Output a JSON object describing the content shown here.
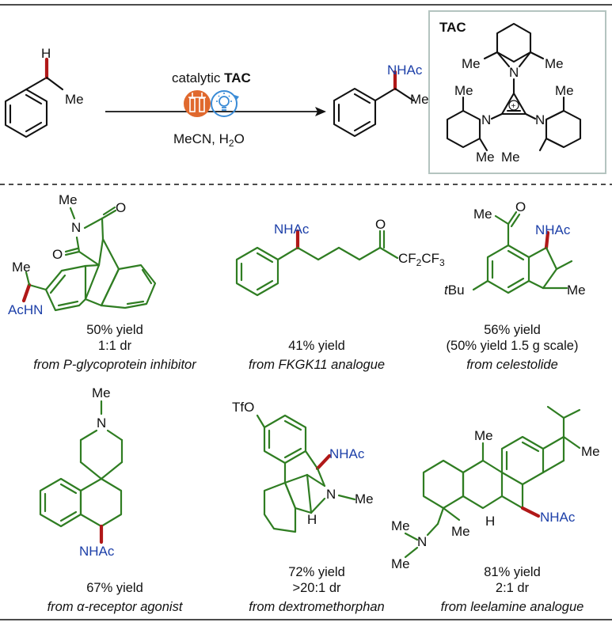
{
  "colors": {
    "scaffold": "#2f7d22",
    "heteroatom": "#1c3fa8",
    "new_bond": "#b01818",
    "box_border": "#b4c4c0",
    "photo_icon": "#e0692e",
    "electro_icon": "#3a8bd6"
  },
  "icons": [
    "electrochemistry-icon",
    "light-bulb-icon"
  ],
  "scheme": {
    "starting_material": {
      "h": "H",
      "me": "Me"
    },
    "conditions": {
      "catalytic": "catalytic ",
      "tac": "TAC",
      "solvent_a": "MeCN, H",
      "sub": "2",
      "solvent_b": "O"
    },
    "product": {
      "nhac": "NHAc",
      "me": "Me"
    },
    "catalyst": {
      "title": "TAC",
      "me1": "Me",
      "me2": "Me",
      "me3": "Me",
      "me4": "Me",
      "me5": "Me",
      "me6": "Me",
      "n1": "N",
      "n2": "N",
      "n3": "N",
      "plus": "+"
    }
  },
  "products": [
    {
      "caption": [
        "50% yield",
        "1:1 dr"
      ],
      "source": "from P-glycoprotein inhibitor",
      "labels": {
        "me_top": "Me",
        "n": "N",
        "o1": "O",
        "o2": "O",
        "me_side": "Me",
        "nhac": "AcHN"
      }
    },
    {
      "caption": [
        "41% yield"
      ],
      "source": "from FKGK11 analogue",
      "labels": {
        "nhac": "NHAc",
        "o": "O",
        "cf": "CF",
        "sub1": "2",
        "cf2": "CF",
        "sub2": "3"
      }
    },
    {
      "caption": [
        "56% yield",
        "(50% yield 1.5 g scale)"
      ],
      "source": "from celestolide",
      "labels": {
        "me_ac": "Me",
        "o": "O",
        "nhac": "NHAc",
        "tbu_t": "t",
        "tbu": "Bu",
        "me": "Me"
      }
    },
    {
      "caption": [
        "67% yield"
      ],
      "source_prefix": "from ",
      "source_greek": "α",
      "source_suffix": "-receptor agonist",
      "labels": {
        "me": "Me",
        "n": "N",
        "nhac": "NHAc"
      }
    },
    {
      "caption": [
        "72% yield",
        ">20:1 dr"
      ],
      "source": "from dextromethorphan",
      "labels": {
        "tfo": "TfO",
        "nhac": "NHAc",
        "n": "N",
        "me": "Me",
        "h": "H"
      }
    },
    {
      "caption": [
        "81% yield",
        "2:1 dr"
      ],
      "source": "from leelamine analogue",
      "labels": {
        "me_top": "Me",
        "me_ip": "Me",
        "me_a": "Me",
        "n": "N",
        "me_b": "Me",
        "me_c": "Me",
        "h": "H",
        "nhac": "NHAc"
      }
    }
  ]
}
